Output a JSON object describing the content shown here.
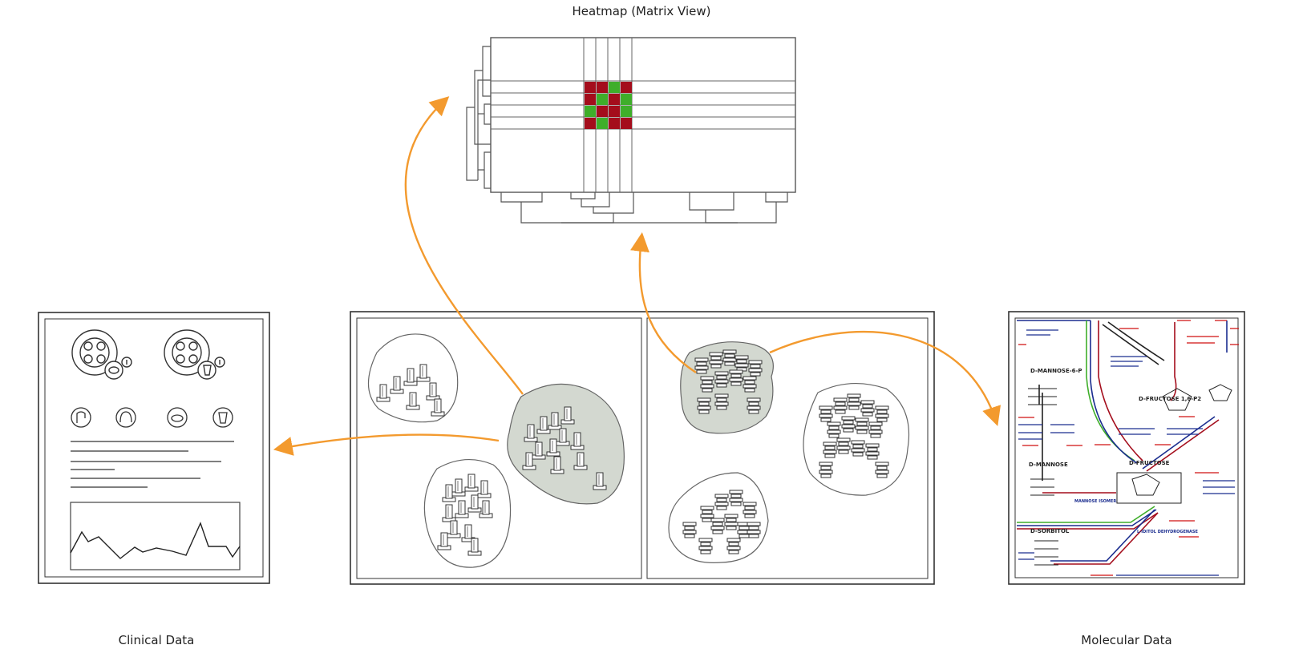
{
  "labels": {
    "heatmap": "Heatmap (Matrix View)",
    "clinical": "Clinical Data",
    "molecular": "Molecular Data"
  },
  "colors": {
    "arrow": "#f39a2e",
    "cell_red": "#a40d1c",
    "cell_green": "#3fae2a",
    "cluster_fill": "#d3d8d0",
    "line": "#444444"
  },
  "heatmap": {
    "cells": [
      [
        "red",
        "red",
        "green",
        "red"
      ],
      [
        "red",
        "green",
        "red",
        "green"
      ],
      [
        "green",
        "red",
        "red",
        "green"
      ],
      [
        "red",
        "green",
        "red",
        "red"
      ]
    ]
  },
  "molecular": {
    "nodes": [
      "D-MANNOSE-6-P",
      "D-FRUCTOSE 1,6-P2",
      "D-FRUCTOSE",
      "D-MANNOSE",
      "D-SORBITOL",
      "MANNOSE ISOMERASE",
      "L-IDITOL DEHYDROGENASE"
    ]
  }
}
